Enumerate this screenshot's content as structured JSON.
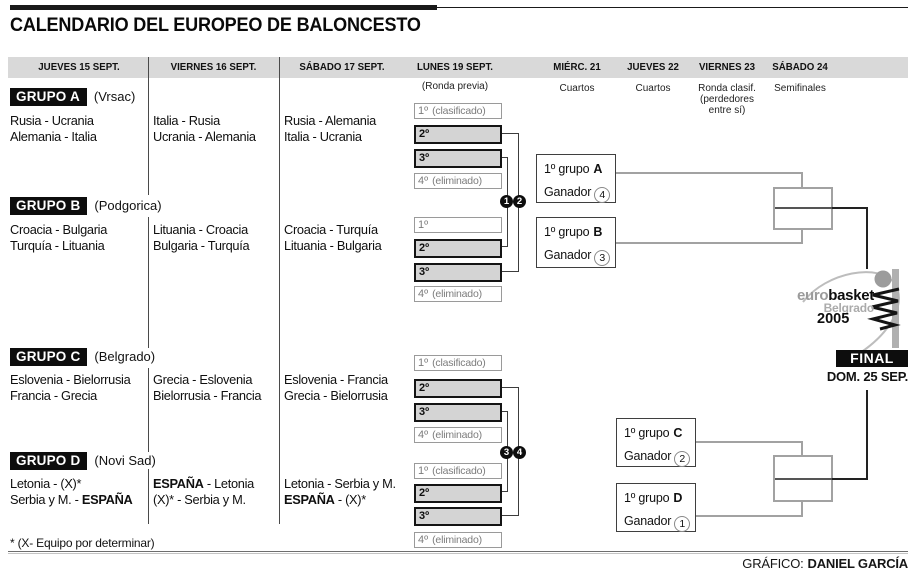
{
  "title": "CALENDARIO DEL EUROPEO DE BALONCESTO",
  "header": {
    "columns": [
      {
        "label": "JUEVES 15 SEPT.",
        "sub": []
      },
      {
        "label": "VIERNES 16 SEPT.",
        "sub": []
      },
      {
        "label": "SÁBADO 17 SEPT.",
        "sub": []
      },
      {
        "label": "LUNES 19 SEPT.",
        "sub": [
          "(Ronda previa)"
        ]
      },
      {
        "label": "MIÉRC. 21",
        "sub": [
          "Cuartos"
        ]
      },
      {
        "label": "JUEVES 22",
        "sub": [
          "Cuartos"
        ]
      },
      {
        "label": "VIERNES 23",
        "sub": [
          "Ronda clasif.",
          "(perdedores",
          "entre sí)"
        ]
      },
      {
        "label": "SÁBADO 24",
        "sub": [
          "Semifinales"
        ]
      }
    ]
  },
  "groups": [
    {
      "name": "GRUPO A",
      "venue": "(Vrsac)",
      "days": [
        [
          "Rusia - Ucrania",
          "Alemania - Italia"
        ],
        [
          "Italia - Rusia",
          "Ucrania - Alemania"
        ],
        [
          "Rusia - Alemania",
          "Italia - Ucrania"
        ]
      ]
    },
    {
      "name": "GRUPO B",
      "venue": "(Podgorica)",
      "days": [
        [
          "Croacia - Bulgaria",
          "Turquía - Lituania"
        ],
        [
          "Lituania - Croacia",
          "Bulgaria - Turquía"
        ],
        [
          "Croacia - Turquía",
          "Lituania - Bulgaria"
        ]
      ]
    },
    {
      "name": "GRUPO C",
      "venue": "(Belgrado)",
      "days": [
        [
          "Eslovenia - Bielorrusia",
          "Francia - Grecia"
        ],
        [
          "Grecia - Eslovenia",
          "Bielorrusia - Francia"
        ],
        [
          "Eslovenia - Francia",
          "Grecia - Bielorrusia"
        ]
      ]
    },
    {
      "name": "GRUPO D",
      "venue": "(Novi Sad)"
    }
  ],
  "groupD": {
    "thu1": "Letonia - (X)*",
    "thu2pre": "Serbia y M. - ",
    "thu2bold": "ESPAÑA",
    "fri1bold": "ESPAÑA",
    "fri1post": " - Letonia",
    "fri2": "(X)* - Serbia y M.",
    "sat1": "Letonia - Serbia y M.",
    "sat2bold": "ESPAÑA",
    "sat2post": " - (X)*"
  },
  "prelim": {
    "upper": {
      "a": [
        {
          "rank": "1º",
          "note": "(clasificado)"
        },
        {
          "rank": "2º",
          "note": ""
        },
        {
          "rank": "3º",
          "note": ""
        },
        {
          "rank": "4º",
          "note": "(eliminado)"
        }
      ],
      "b": [
        {
          "rank": "1º",
          "note": ""
        },
        {
          "rank": "2º",
          "note": ""
        },
        {
          "rank": "3º",
          "note": ""
        },
        {
          "rank": "4º",
          "note": "(eliminado)"
        }
      ],
      "badges": [
        "1",
        "2"
      ]
    },
    "lower": {
      "c": [
        {
          "rank": "1º",
          "note": "(clasificado)"
        },
        {
          "rank": "2º",
          "note": ""
        },
        {
          "rank": "3º",
          "note": ""
        },
        {
          "rank": "4º",
          "note": "(eliminado)"
        }
      ],
      "d": [
        {
          "rank": "1º",
          "note": "(clasificado)"
        },
        {
          "rank": "2º",
          "note": ""
        },
        {
          "rank": "3º",
          "note": ""
        },
        {
          "rank": "4º",
          "note": "(eliminado)"
        }
      ],
      "badges": [
        "3",
        "4"
      ]
    }
  },
  "quarters": [
    {
      "line1": "1º grupo",
      "group": "A",
      "line2": "Ganador",
      "num": "4"
    },
    {
      "line1": "1º grupo",
      "group": "B",
      "line2": "Ganador",
      "num": "3"
    },
    {
      "line1": "1º grupo",
      "group": "C",
      "line2": "Ganador",
      "num": "2"
    },
    {
      "line1": "1º grupo",
      "group": "D",
      "line2": "Ganador",
      "num": "1"
    }
  ],
  "logo": {
    "euro": "euro",
    "basket": "basket",
    "city": "Belgrado",
    "year": "2005"
  },
  "final": {
    "label": "FINAL",
    "date": "DOM. 25 SEP."
  },
  "footnote": "* (X- Equipo por determinar)",
  "credit": {
    "prefix": "GRÁFICO:",
    "name": "DANIEL GARCÍA"
  },
  "colors": {
    "band_bg": "#d9d9d9",
    "box_fill": "#d4d4d4",
    "box_border_strong": "#141414",
    "box_border_light": "#9a9a9a",
    "badge_bg": "#0d0d0d",
    "final_bg": "#0d0d0d",
    "connector_gray": "#a2a2a2",
    "connector_dark": "#3c3c3c",
    "logo_gray": "#9b9b9b"
  }
}
